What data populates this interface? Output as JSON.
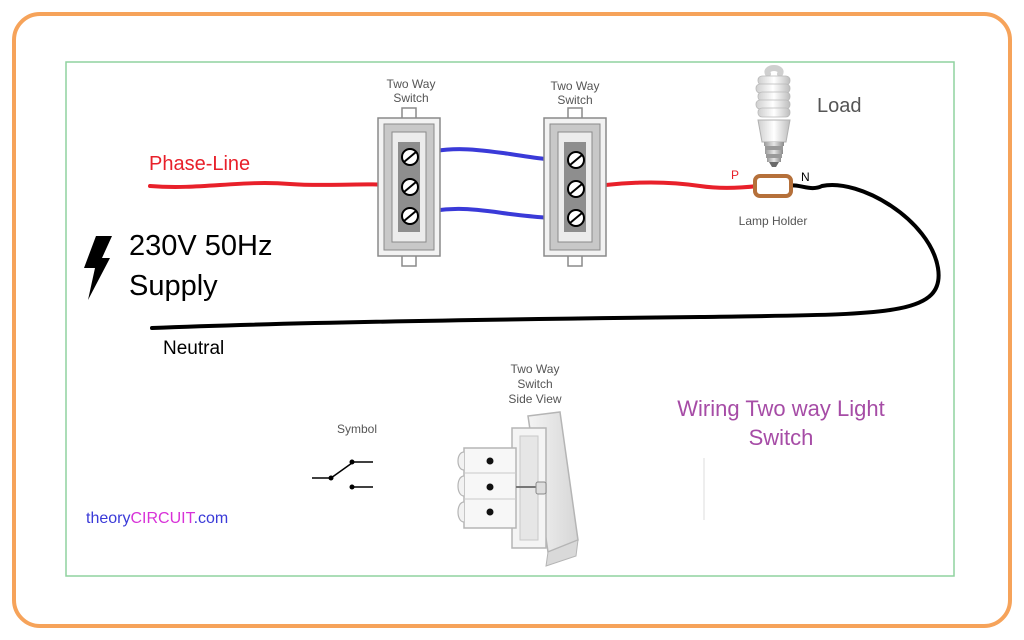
{
  "labels": {
    "switch1": [
      "Two Way",
      "Switch"
    ],
    "switch2": [
      "Two Way",
      "Switch"
    ],
    "load": "Load",
    "phase_line": "Phase-Line",
    "terminal_p": "P",
    "terminal_n": "N",
    "lamp_holder": "Lamp Holder",
    "supply": [
      "230V 50Hz",
      "Supply"
    ],
    "neutral": "Neutral",
    "side_view": [
      "Two Way",
      "Switch",
      "Side View"
    ],
    "symbol": "Symbol",
    "title": [
      "Wiring Two way Light",
      "Switch"
    ],
    "brand_part1": "theory",
    "brand_part2": "CIRCUIT",
    "brand_part3": ".com"
  },
  "colors": {
    "outer_frame": "#f6a35a",
    "inner_frame": "#8fd29f",
    "phase_wire": "#e8202a",
    "traveler_wire": "#3a3ad8",
    "neutral_wire": "#000000",
    "title": "#a64ca6",
    "brand_theory": "#3a3ad8",
    "brand_circuit": "#d832d8",
    "lamp_holder": "#b5703a",
    "icon_lightning": "#000000"
  },
  "icons": {
    "supply": "lightning-bolt-icon",
    "load": "cfl-bulb-icon",
    "symbol": "two-way-switch-symbol-icon"
  }
}
